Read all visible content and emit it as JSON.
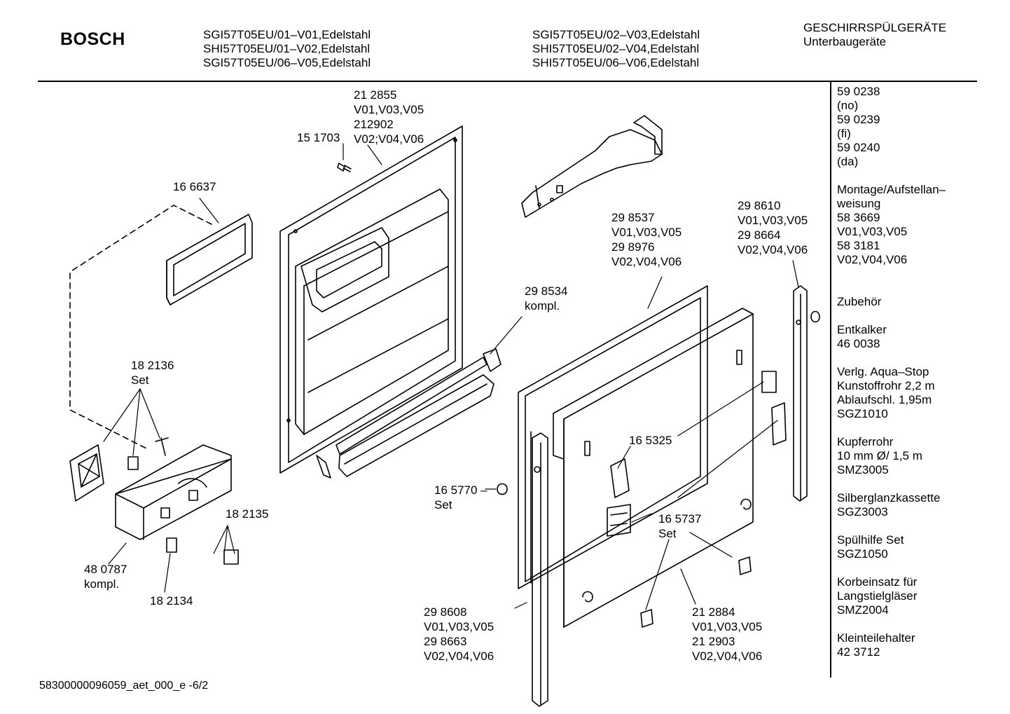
{
  "header": {
    "brand": "BOSCH",
    "models_left": [
      "SGI57T05EU/01–V01,Edelstahl",
      "SHI57T05EU/01–V02,Edelstahl",
      "SGI57T05EU/06–V05,Edelstahl"
    ],
    "models_right": [
      "SGI57T05EU/02–V03,Edelstahl",
      "SHI57T05EU/02–V04,Edelstahl",
      "SHI57T05EU/06–V06,Edelstahl"
    ],
    "category": "GESCHIRRSPÜLGERÄTE",
    "subcategory": "Unterbaugeräte"
  },
  "sidebar": {
    "blocks": [
      [
        "59 0238",
        "(no)",
        "59 0239",
        "(fi)",
        "59 0240",
        "(da)"
      ],
      [
        "Montage/Aufstellan–",
        "weisung",
        "58 3669",
        "V01,V03,V05",
        "58 3181",
        "V02,V04,V06"
      ],
      [],
      [
        "Zubehör"
      ],
      [
        "Entkalker",
        "46 0038"
      ],
      [
        "Verlg. Aqua–Stop",
        "Kunstoffrohr 2,2 m",
        "Ablaufschl. 1,95m",
        "SGZ1010"
      ],
      [
        "Kupferrohr",
        "10 mm Ø/ 1,5 m",
        "SMZ3005"
      ],
      [
        "Silberglanzkassette",
        "SGZ3003"
      ],
      [
        "Spülhilfe Set",
        "SGZ1050"
      ],
      [
        "Korbeinsatz für",
        "Langstielgläser",
        "SMZ2004"
      ],
      [
        "Kleinteilehalter",
        "42 3712"
      ]
    ]
  },
  "parts": {
    "p212855": [
      "21 2855",
      "V01,V03,V05",
      "212902",
      "V02;V04,V06"
    ],
    "p151703": [
      "15 1703"
    ],
    "p166637": [
      "16 6637"
    ],
    "p182136": [
      "18 2136",
      "Set"
    ],
    "p182135": [
      "18 2135"
    ],
    "p480787": [
      "48 0787",
      "kompl."
    ],
    "p182134": [
      "18 2134"
    ],
    "p298534": [
      "29 8534",
      "kompl."
    ],
    "p298537": [
      "29 8537",
      "V01,V03,V05",
      "29 8976",
      "V02,V04,V06"
    ],
    "p298610": [
      "29 8610",
      "V01,V03,V05",
      "29 8664",
      "V02,V04,V06"
    ],
    "p165325": [
      "16 5325"
    ],
    "p165770": [
      "16 5770 –",
      "Set"
    ],
    "p165737": [
      "16 5737",
      "Set"
    ],
    "p298608": [
      "29 8608",
      "V01,V03,V05",
      "29 8663",
      "V02,V04,V06"
    ],
    "p212884": [
      "21 2884",
      "V01,V03,V05",
      "21 2903",
      "V02,V04,V06"
    ]
  },
  "footer": {
    "code": "58300000096059_aet_000_e  -6/2"
  }
}
